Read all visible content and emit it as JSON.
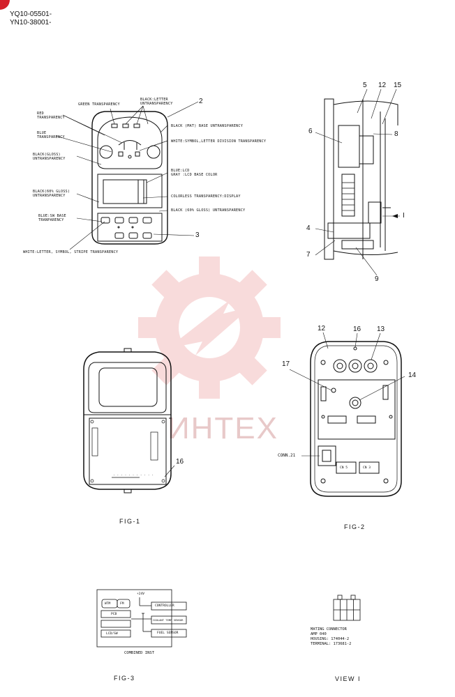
{
  "header": {
    "serial_1": "YQ10-05501-",
    "serial_2": "YN10-38001-"
  },
  "top_left": {
    "labels": {
      "green": "GREEN TRANSPARENCY",
      "black_letter": "BLACK:LETTER\nUNTRANSPARENCY",
      "red": "RED\nTRANSPARENCY",
      "black_mat": "BLACK (MAT) BASE UNTRANSPARENCY",
      "blue": "BLUE\nTRANSPARENCY",
      "white_symbol": "WHITE:SYMBOL,LETTER DIVISION TRANSPARENCY",
      "black_gloss": "BLACK(GLOSS)\nUNTRANSPARENCY",
      "blue_lcd": "BLUE:LCD\nGRAY :LCD BASE COLOR",
      "black_60_left": "BLACK(60% GLOSS)\nUNTRANSPARENCY",
      "colorless": "COLORLESS TRANSPARENCY:DISPLAY",
      "black_60_right": "BLACK (60% GLOSS) UNTRANSPARENCY",
      "blue_sw": "BLUE:SW BASE\nTRANPARENCY",
      "white_stripe": "WHITE:LETTER, SYMBOL, STRIPE TRANSPARENCY"
    },
    "callouts": [
      "2",
      "3"
    ]
  },
  "top_right": {
    "callouts": [
      "5",
      "12",
      "15",
      "6",
      "8",
      "I",
      "4",
      "7",
      "9"
    ]
  },
  "fig1": {
    "caption": "FIG-1",
    "callout": "16"
  },
  "fig2": {
    "caption": "FIG-2",
    "callouts": [
      "12",
      "16",
      "13",
      "17",
      "14"
    ],
    "conn_label": "CONN.21",
    "cn_labels": [
      "CN 5",
      "CN 3"
    ]
  },
  "fig3": {
    "caption": "FIG-3",
    "volt": "+24V",
    "controller": "CONTROLLER",
    "coolant": "COOLANT TEMP SENSOR",
    "fuel": "FUEL SENSOR",
    "wtm": "WTM",
    "fm": "FM",
    "pcb": "PCB",
    "lcd": "LCD/SW",
    "combined": "COMBINED INST"
  },
  "view1": {
    "caption": "VIEW I",
    "mating": "MATING CONNECTOR",
    "amp": "AMP 040",
    "housing": "HOUSING: 174044-2",
    "terminal": "TERMINAL: 173681-2"
  },
  "watermark": {
    "text": "ИНТЕХ",
    "color": "#e06060"
  }
}
